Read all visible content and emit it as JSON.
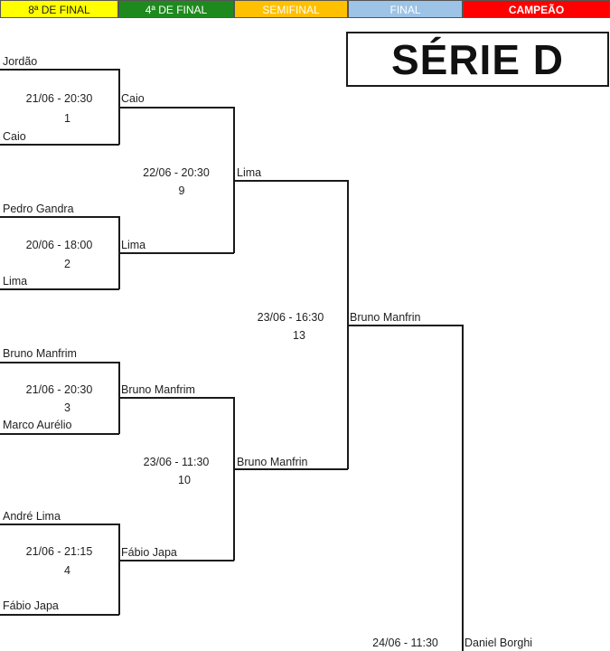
{
  "headers": {
    "round_of_16": "8ª DE FINAL",
    "quarterfinal": "4ª DE FINAL",
    "semifinal": "SEMIFINAL",
    "final": "FINAL",
    "champion": "CAMPEÃO"
  },
  "title": "SÉRIE D",
  "round_of_16": [
    {
      "top": "Jordão",
      "bottom": "Caio",
      "datetime": "21/06 - 20:30",
      "number": "1",
      "winner": "Caio"
    },
    {
      "top": "Pedro Gandra",
      "bottom": "Lima",
      "datetime": "20/06 - 18:00",
      "number": "2",
      "winner": "Lima"
    },
    {
      "top": "Bruno Manfrim",
      "bottom": "Marco Aurélio",
      "datetime": "21/06 - 20:30",
      "number": "3",
      "winner": "Bruno Manfrim"
    },
    {
      "top": "André Lima",
      "bottom": "Fábio Japa",
      "datetime": "21/06 - 21:15",
      "number": "4",
      "winner": "Fábio Japa"
    }
  ],
  "quarterfinals": [
    {
      "datetime": "22/06 - 20:30",
      "number": "9",
      "winner": "Lima"
    },
    {
      "datetime": "23/06 - 11:30",
      "number": "10",
      "winner": "Bruno Manfrin"
    }
  ],
  "semifinal": {
    "datetime": "23/06 - 16:30",
    "number": "13",
    "winner": "Bruno Manfrin"
  },
  "final": {
    "datetime": "24/06 - 11:30",
    "opponent": "Daniel Borghi"
  }
}
